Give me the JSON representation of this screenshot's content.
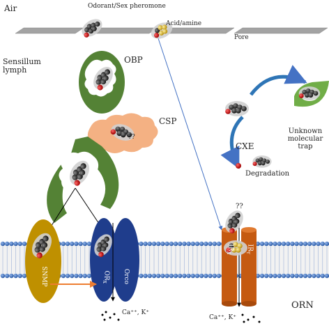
{
  "labels": {
    "air": "Air",
    "odorant": "Odorant/Sex pheromone",
    "acid": "Acid/amine",
    "pore": "Pore",
    "sensillum_lymph": "Sensillum\nlymph",
    "obp": "OBP",
    "csp": "CSP",
    "csp_mark": "??",
    "cxe": "CXE",
    "unknown_trap": "Unknown\nmolecular\ntrap",
    "degradation": "Degradation",
    "snmp": "SNMP",
    "or_x": "OR",
    "or_x_sub": "X",
    "orco": "Orco",
    "ir_x": "IR",
    "ir_x_sub": "X",
    "ir_y": "IR",
    "ir_y_sub": "Y",
    "ir_mark": "??",
    "ions_left": "Ca⁺⁺, K⁺",
    "ions_right": "Ca⁺⁺, K⁺",
    "orn": "ORN"
  },
  "colors": {
    "cuticle": "#a3a3a3",
    "obp_green": "#548235",
    "csp_orange": "#f4b183",
    "snmp_gold": "#bf9000",
    "or_blue": "#1f3d8c",
    "ir_orange": "#c55a11",
    "membrane_blue": "#4472c4",
    "cxe_arrow": "#2e75b6",
    "trap_green": "#70ad47",
    "molecule_black": "#1a1a1a",
    "molecule_red": "#c00000",
    "molecule_gold": "#e8c52e"
  }
}
